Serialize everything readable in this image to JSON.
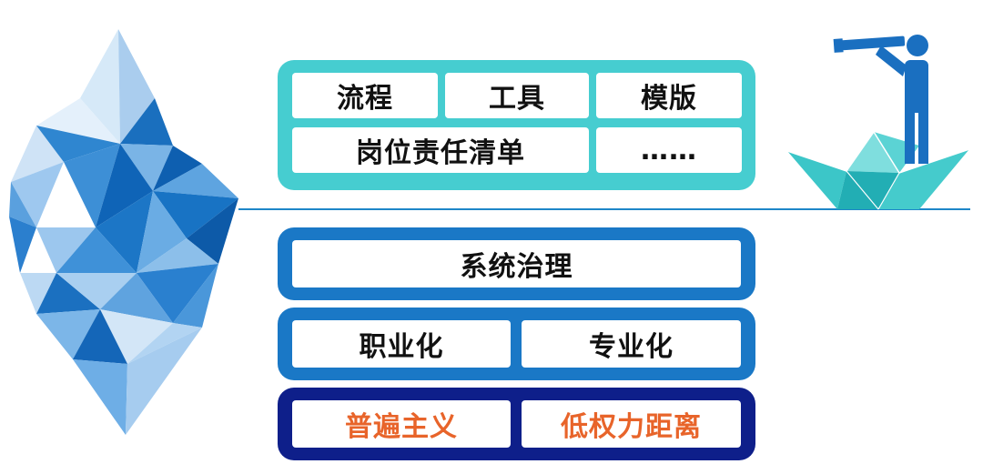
{
  "colors": {
    "teal": "#46cdd0",
    "blue": "#1a78c6",
    "navy": "#0e1f8a",
    "orange_text": "#e8642a",
    "waterline": "#1e86c8"
  },
  "above_water": {
    "row1": [
      "流程",
      "工具",
      "模版"
    ],
    "row2_wide": "岗位责任清单",
    "row2_more": "……"
  },
  "below_water": {
    "governance": "系统治理",
    "pair": [
      "职业化",
      "专业化"
    ]
  },
  "foundation": {
    "pair": [
      "普遍主义",
      "低权力距离"
    ]
  },
  "illustrations": {
    "left": "iceberg-icon",
    "right": "paper-boat-with-telescope-person-icon"
  }
}
